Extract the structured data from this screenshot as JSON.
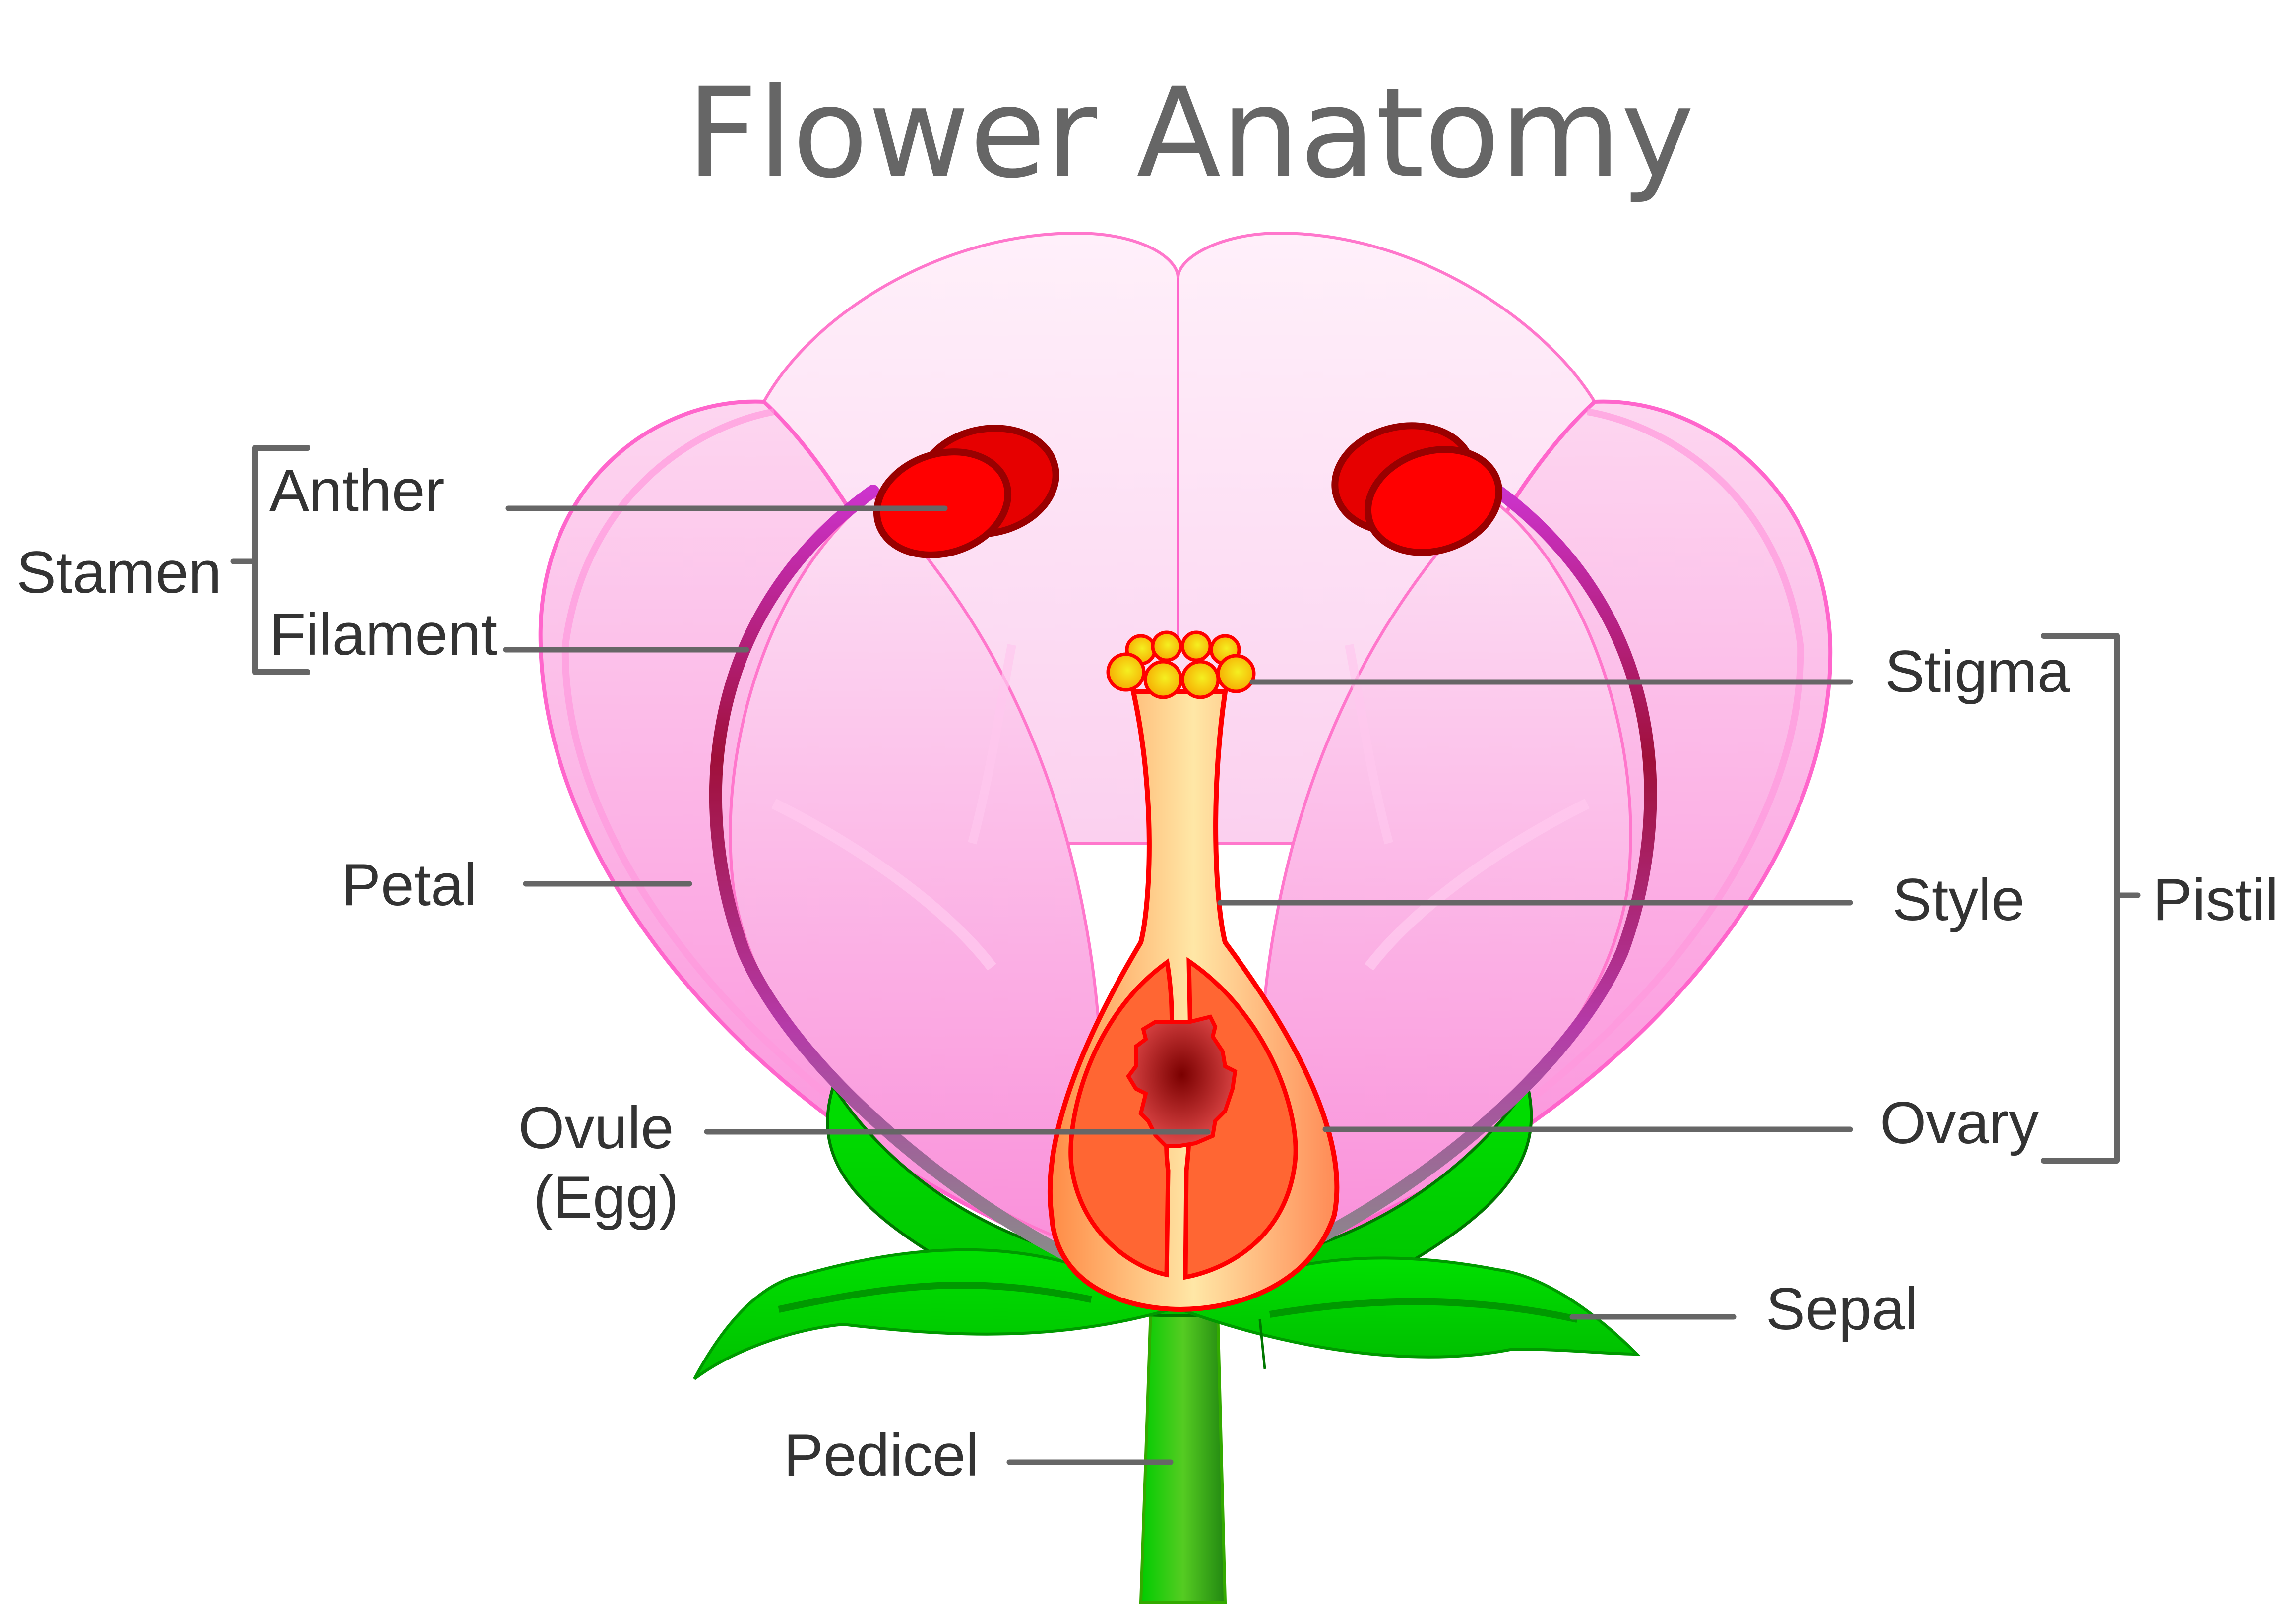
{
  "title": "Flower Anatomy",
  "labels": {
    "stamen": "Stamen",
    "anther": "Anther",
    "filament": "Filament",
    "petal": "Petal",
    "ovule": "Ovule",
    "ovule_sub": "(Egg)",
    "pedicel": "Pedicel",
    "stigma": "Stigma",
    "style": "Style",
    "pistil": "Pistil",
    "ovary": "Ovary",
    "sepal": "Sepal"
  },
  "groups": [
    {
      "name": "Stamen",
      "members": [
        "Anther",
        "Filament"
      ]
    },
    {
      "name": "Pistil",
      "members": [
        "Stigma",
        "Style",
        "Ovary"
      ]
    }
  ],
  "colors": {
    "title": "#666666",
    "label_text": "#333333",
    "leader_line": "#666666",
    "petal_light": "#fdeaf6",
    "petal_mid": "#fba6df",
    "petal_outline": "#ff66cc",
    "anther": "#ff0000",
    "anther_outline": "#990000",
    "filament": "#a0103a",
    "stigma": "#ffcc00",
    "stigma_outline": "#ff0000",
    "style": "#ffe4a8",
    "ovary_wall": "#ff9a5a",
    "ovary_inner": "#ff6633",
    "ovule": "#8b0000",
    "sepal": "#00dd00",
    "sepal_dark": "#009900",
    "pedicel": "#33aa11"
  }
}
